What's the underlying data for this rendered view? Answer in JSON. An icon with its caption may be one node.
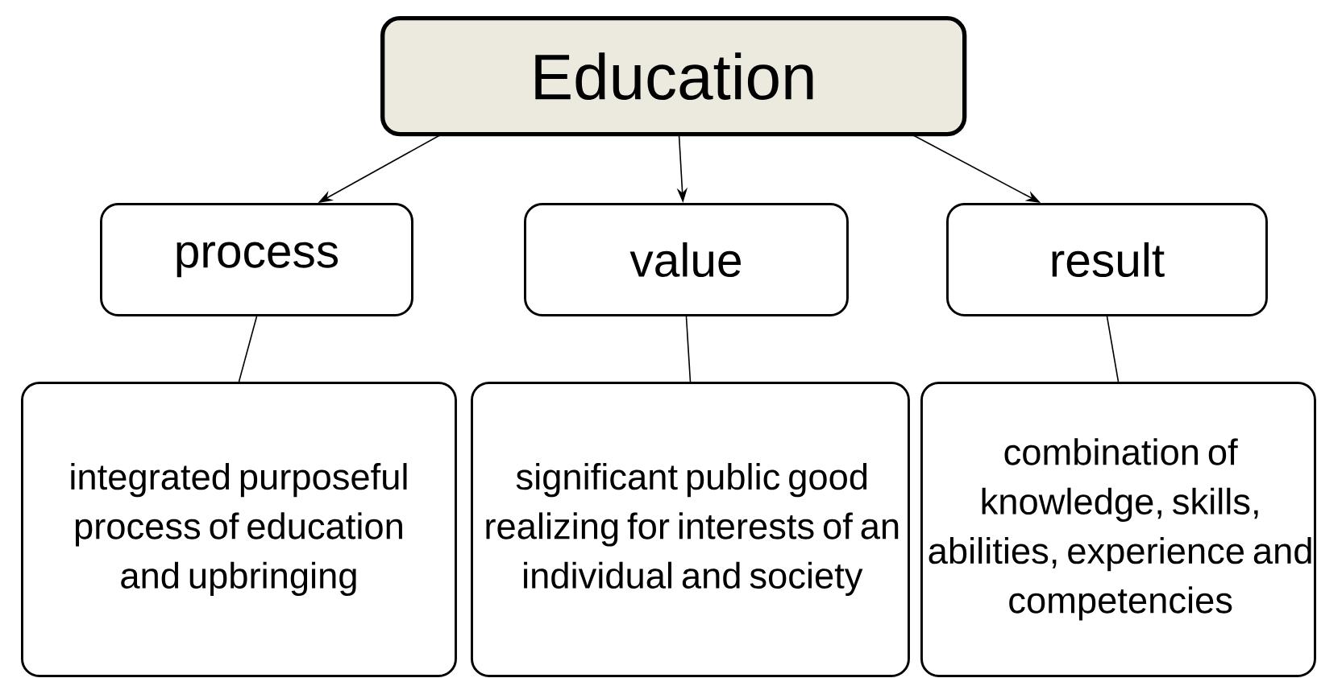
{
  "diagram": {
    "nodes": [
      {
        "text": [
          "Education"
        ]
      },
      {
        "text": [
          "process"
        ]
      },
      {
        "text": [
          "value"
        ]
      },
      {
        "text": [
          "result"
        ]
      },
      {
        "text": [
          "integrated purposeful process of education and upbringing"
        ]
      },
      {
        "text": [
          "significant public good realizing for interests of an individual and society"
        ]
      },
      {
        "text": [
          "combination of knowledge, skills, abilities, experience and competencies"
        ]
      }
    ],
    "edges": [
      {
        "from": 0,
        "to": 1,
        "arrow": "to"
      },
      {
        "from": 0,
        "to": 2,
        "arrow": "to"
      },
      {
        "from": 0,
        "to": 3,
        "arrow": "to"
      },
      {
        "from": 1,
        "to": 4,
        "arrow": "none"
      },
      {
        "from": 2,
        "to": 5,
        "arrow": "none"
      },
      {
        "from": 3,
        "to": 6,
        "arrow": "none"
      }
    ]
  }
}
